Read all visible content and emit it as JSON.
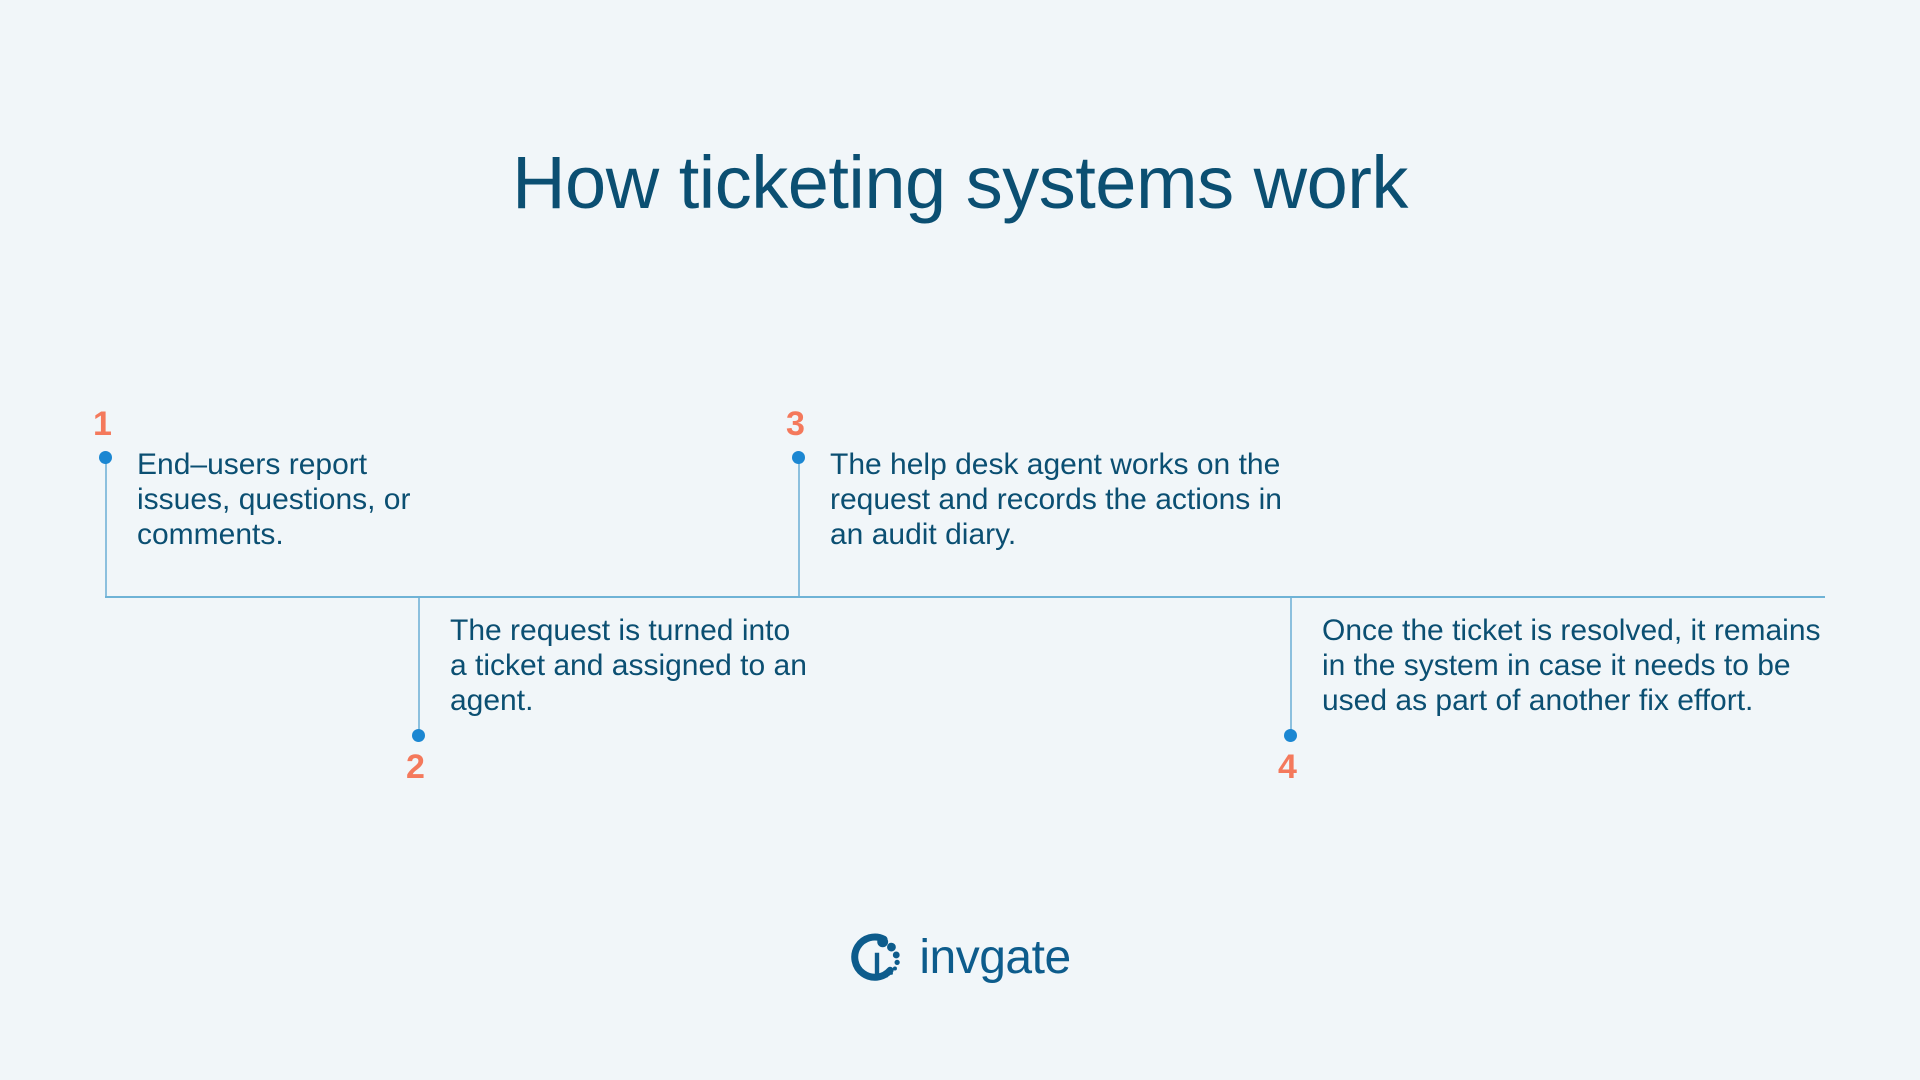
{
  "page": {
    "title": "How ticketing systems work",
    "background_color": "#F1F6F9",
    "title_color": "#0B4F72",
    "accent_number_color": "#F4795C",
    "dot_color": "#1C87D2",
    "line_color": "#8CC0DE",
    "axis_color": "#6FB3D6"
  },
  "diagram_data": {
    "type": "timeline",
    "orientation": "horizontal",
    "step_count": 4,
    "steps": [
      {
        "number": "1",
        "text": "End–users report issues, questions, or comments.",
        "position": "above"
      },
      {
        "number": "2",
        "text": "The request is turned into a ticket and assigned to an agent.",
        "position": "below"
      },
      {
        "number": "3",
        "text": "The help desk agent works on the request and records the actions in an audit diary.",
        "position": "above"
      },
      {
        "number": "4",
        "text": "Once the ticket is resolved, it remains in the system in case it needs to be used as part of another fix effort.",
        "position": "below"
      }
    ]
  },
  "footer": {
    "brand_name": "invgate",
    "logo_icon": "invgate-logo-icon",
    "logo_color": "#0D5C8C"
  }
}
